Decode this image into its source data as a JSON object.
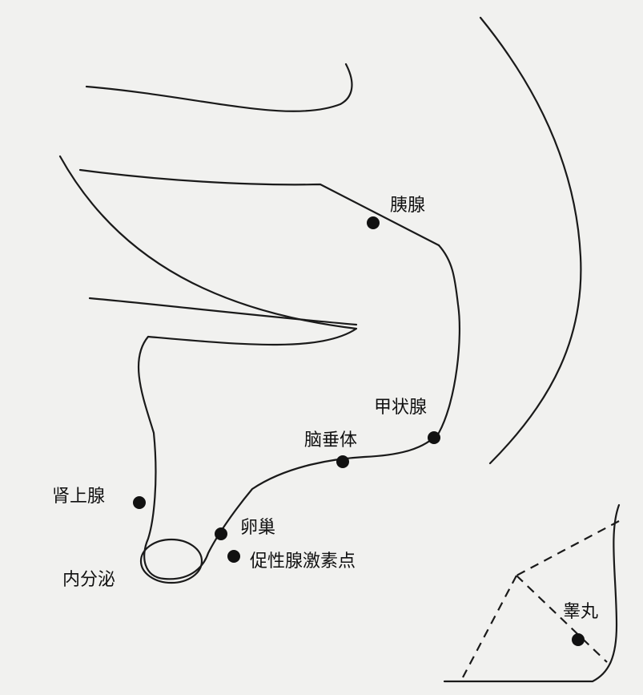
{
  "points": [
    {
      "key": "pancreas",
      "label": "胰腺"
    },
    {
      "key": "thyroid",
      "label": "甲状腺"
    },
    {
      "key": "pituitary",
      "label": "脑垂体"
    },
    {
      "key": "adrenal",
      "label": "肾上腺"
    },
    {
      "key": "ovary",
      "label": "卵巢"
    },
    {
      "key": "gonadotropin",
      "label": "促性腺激素点"
    },
    {
      "key": "testis",
      "label": "睾丸"
    }
  ],
  "region_label": "内分泌",
  "colors": {
    "ink": "#111111",
    "background": "#f1f1ef"
  }
}
